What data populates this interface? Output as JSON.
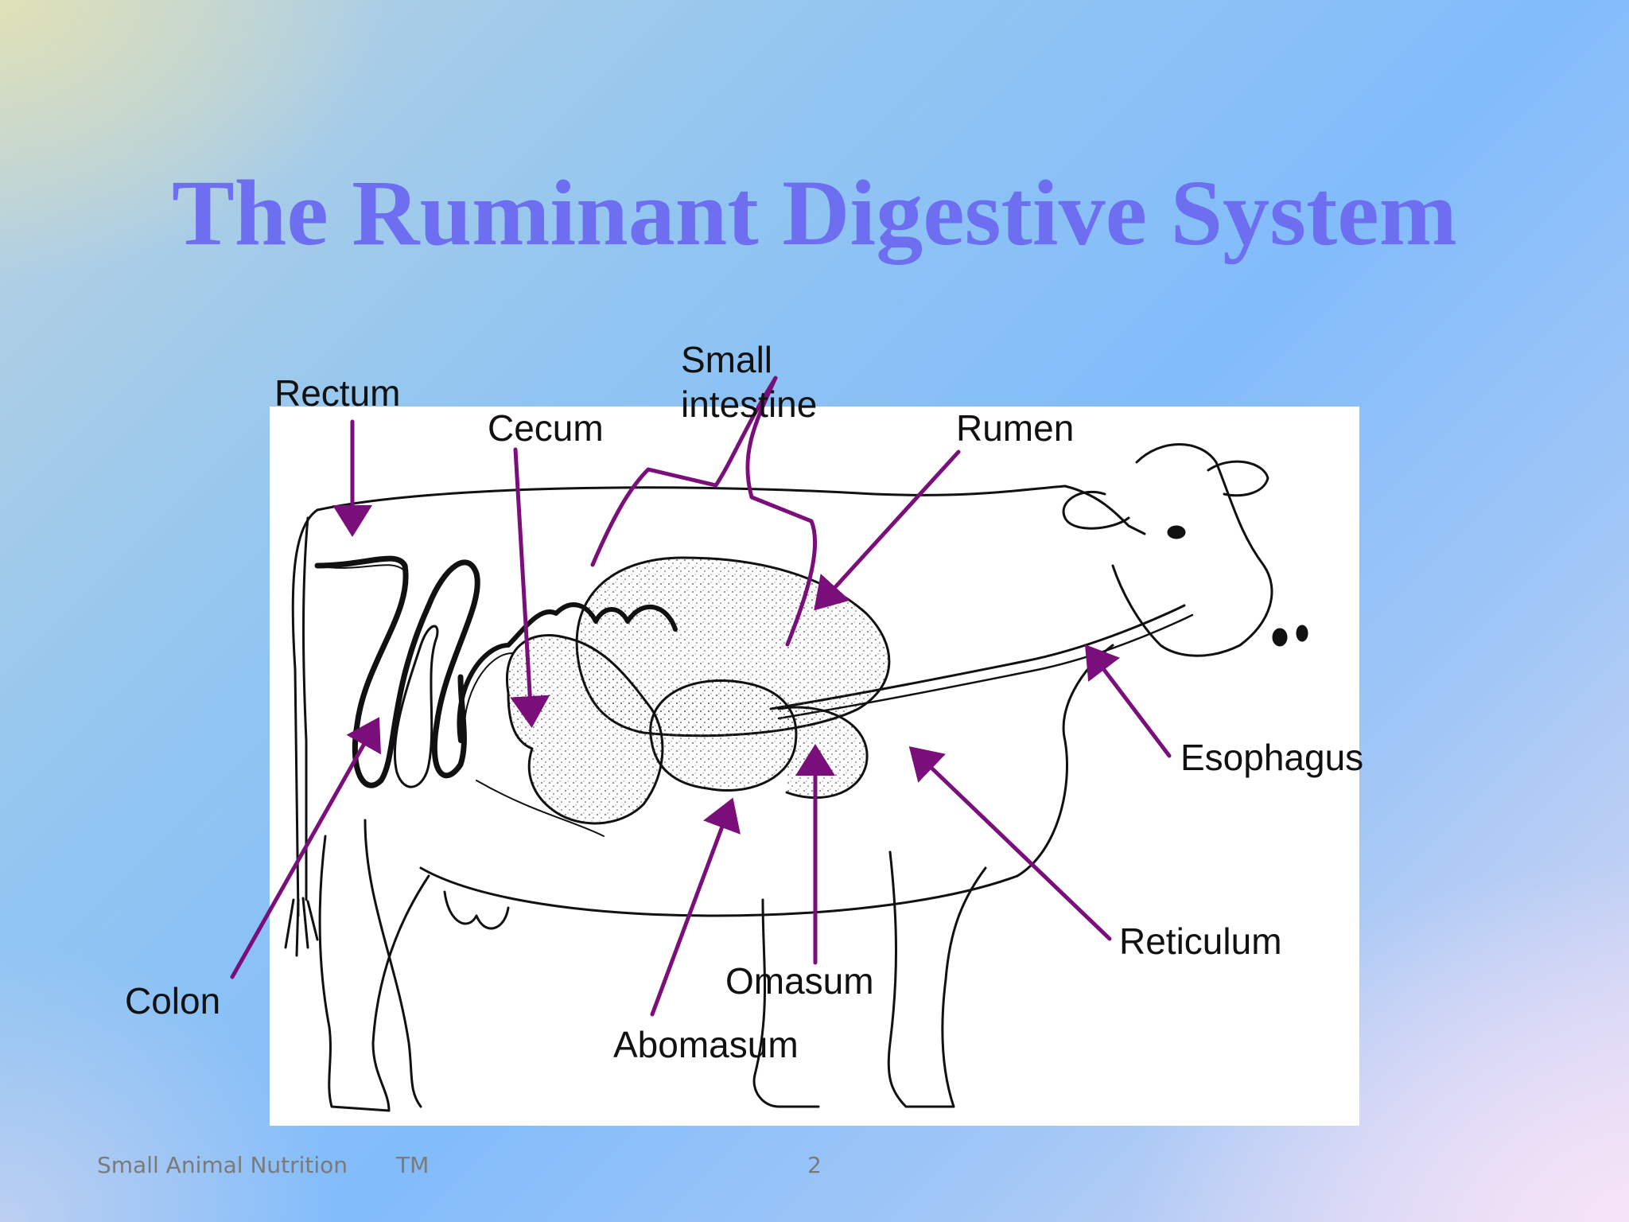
{
  "slide": {
    "title": "The Ruminant Digestive System"
  },
  "labels": {
    "rectum": "Rectum",
    "cecum": "Cecum",
    "small_intestine": "Small\nintestine",
    "rumen": "Rumen",
    "esophagus": "Esophagus",
    "reticulum": "Reticulum",
    "omasum": "Omasum",
    "abomasum": "Abomasum",
    "colon": "Colon"
  },
  "footer": {
    "course": "Small Animal Nutrition",
    "author": "TM",
    "page_number": "2"
  },
  "colors": {
    "title": "#6e6ef0",
    "arrow": "#7a0e7a",
    "label_text": "#111111"
  }
}
